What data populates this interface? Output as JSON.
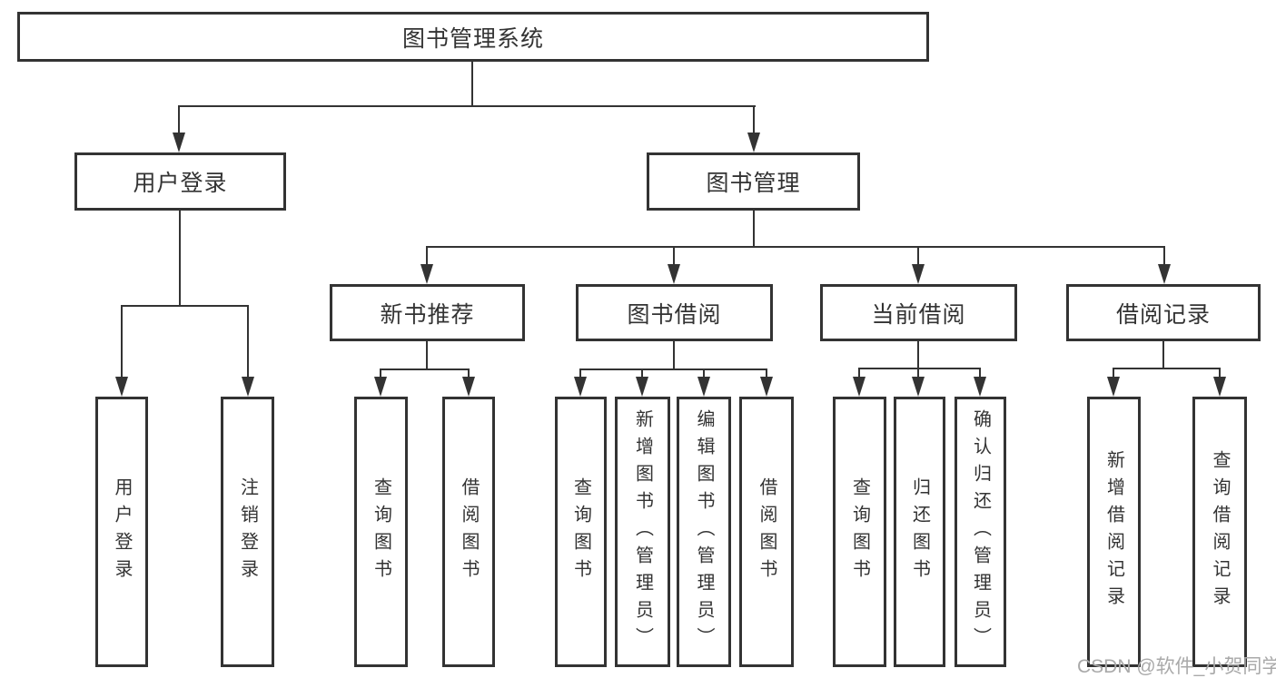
{
  "colors": {
    "line": "#333333",
    "text": "#333333",
    "watermark": "#a9a9a9",
    "background": "#ffffff"
  },
  "watermark": {
    "text": "CSDN @软件_小贺同学"
  },
  "nodes": {
    "root": "图书管理系统",
    "login_group": "用户登录",
    "book_mgmt": "图书管理",
    "new_book": "新书推荐",
    "book_borrow": "图书借阅",
    "current_borrow": "当前借阅",
    "borrow_records": "借阅记录",
    "user_login": "用户登录",
    "logout": "注销登录",
    "query_book_a": "查询图书",
    "borrow_book_a": "借阅图书",
    "query_book_b": "查询图书",
    "add_book": "新增图书（管理员）",
    "edit_book": "编辑图书（管理员）",
    "borrow_book_b": "借阅图书",
    "query_book_c": "查询图书",
    "return_book": "归还图书",
    "confirm_return": "确认归还（管理员）",
    "add_borrow_record": "新增借阅记录",
    "query_borrow_record": "查询借阅记录"
  }
}
